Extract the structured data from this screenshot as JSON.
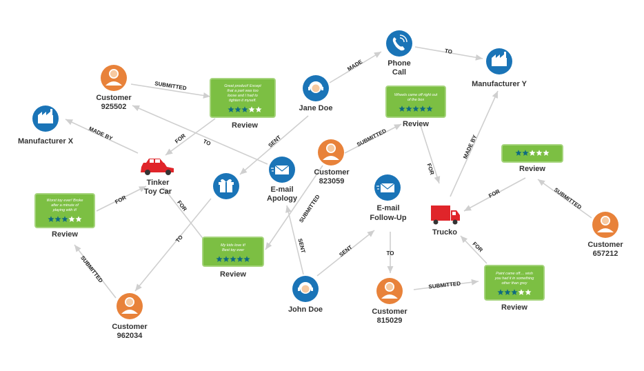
{
  "colors": {
    "customer": "#e8823a",
    "blue": "#1a74b7",
    "review_bg": "#7cbf43",
    "review_border": "#a6d47d",
    "edge": "#cfcfcf",
    "star_on": "#0f6a80",
    "star_off": "#ffffff",
    "car": "#e0252a",
    "truck": "#e0252a"
  },
  "nodes": {
    "customer_925502": {
      "line1": "Customer",
      "line2": "925502",
      "icon": "person-icon"
    },
    "customer_823059": {
      "line1": "Customer",
      "line2": "823059",
      "icon": "person-icon"
    },
    "customer_962034": {
      "line1": "Customer",
      "line2": "962034",
      "icon": "person-icon"
    },
    "customer_815029": {
      "line1": "Customer",
      "line2": "815029",
      "icon": "person-icon"
    },
    "customer_657212": {
      "line1": "Customer",
      "line2": "657212",
      "icon": "person-icon"
    },
    "manufacturer_x": {
      "line1": "Manufacturer X",
      "icon": "factory-icon"
    },
    "manufacturer_y": {
      "line1": "Manufacturer Y",
      "icon": "factory-icon"
    },
    "phone_call": {
      "line1": "Phone",
      "line2": "Call",
      "icon": "phone-icon"
    },
    "jane_doe": {
      "line1": "Jane Doe",
      "icon": "headset-agent-icon"
    },
    "john_doe": {
      "line1": "John Doe",
      "icon": "headset-agent-icon"
    },
    "email_apology": {
      "line1": "E-mail",
      "line2": "Apology",
      "icon": "envelope-icon"
    },
    "email_followup": {
      "line1": "E-mail",
      "line2": "Follow-Up",
      "icon": "envelope-icon"
    },
    "gift": {
      "icon": "gift-icon"
    },
    "tinker_toy_car": {
      "line1": "Tinker",
      "line2": "Toy Car",
      "icon": "car-icon"
    },
    "trucko": {
      "line1": "Trucko",
      "icon": "truck-icon"
    }
  },
  "reviews": {
    "r1": {
      "line1": "Great product! Except",
      "line2": "that a part was too",
      "line3": "loose and I had to",
      "line4": "tighten it myself.",
      "stars": 3,
      "label": "Review"
    },
    "r2": {
      "line1": "Wheels came off right out",
      "line2": "of the box",
      "stars": 5,
      "label": "Review"
    },
    "r3": {
      "stars": 2,
      "label": "Review"
    },
    "r4": {
      "line1": "Worst toy ever! Broke",
      "line2": "after a minute of",
      "line3": "playing with it!",
      "stars": 3,
      "label": "Review"
    },
    "r5": {
      "line1": "My kids love it!",
      "line2": "Best toy ever",
      "stars": 5,
      "label": "Review"
    },
    "r6": {
      "line1": "Paint came off.... wish",
      "line2": "you had it in something",
      "line3": "other than grey",
      "stars": 3,
      "label": "Review"
    }
  },
  "edges": {
    "e1": "SUBMITTED",
    "e2": "TO",
    "e3": "FOR",
    "e4": "MADE BY",
    "e5": "SENT",
    "e6": "MADE",
    "e7": "TO",
    "e8": "SUBMITTED",
    "e9": "FOR",
    "e10": "MADE BY",
    "e11": "FOR",
    "e12": "SUBMITTED",
    "e13": "FOR",
    "e14": "FOR",
    "e15": "SUBMITTED",
    "e16": "TO",
    "e17": "SUBMITTED",
    "e18": "SENT",
    "e19": "SENT",
    "e20": "TO",
    "e21": "SUBMITTED",
    "e22": "FOR"
  }
}
